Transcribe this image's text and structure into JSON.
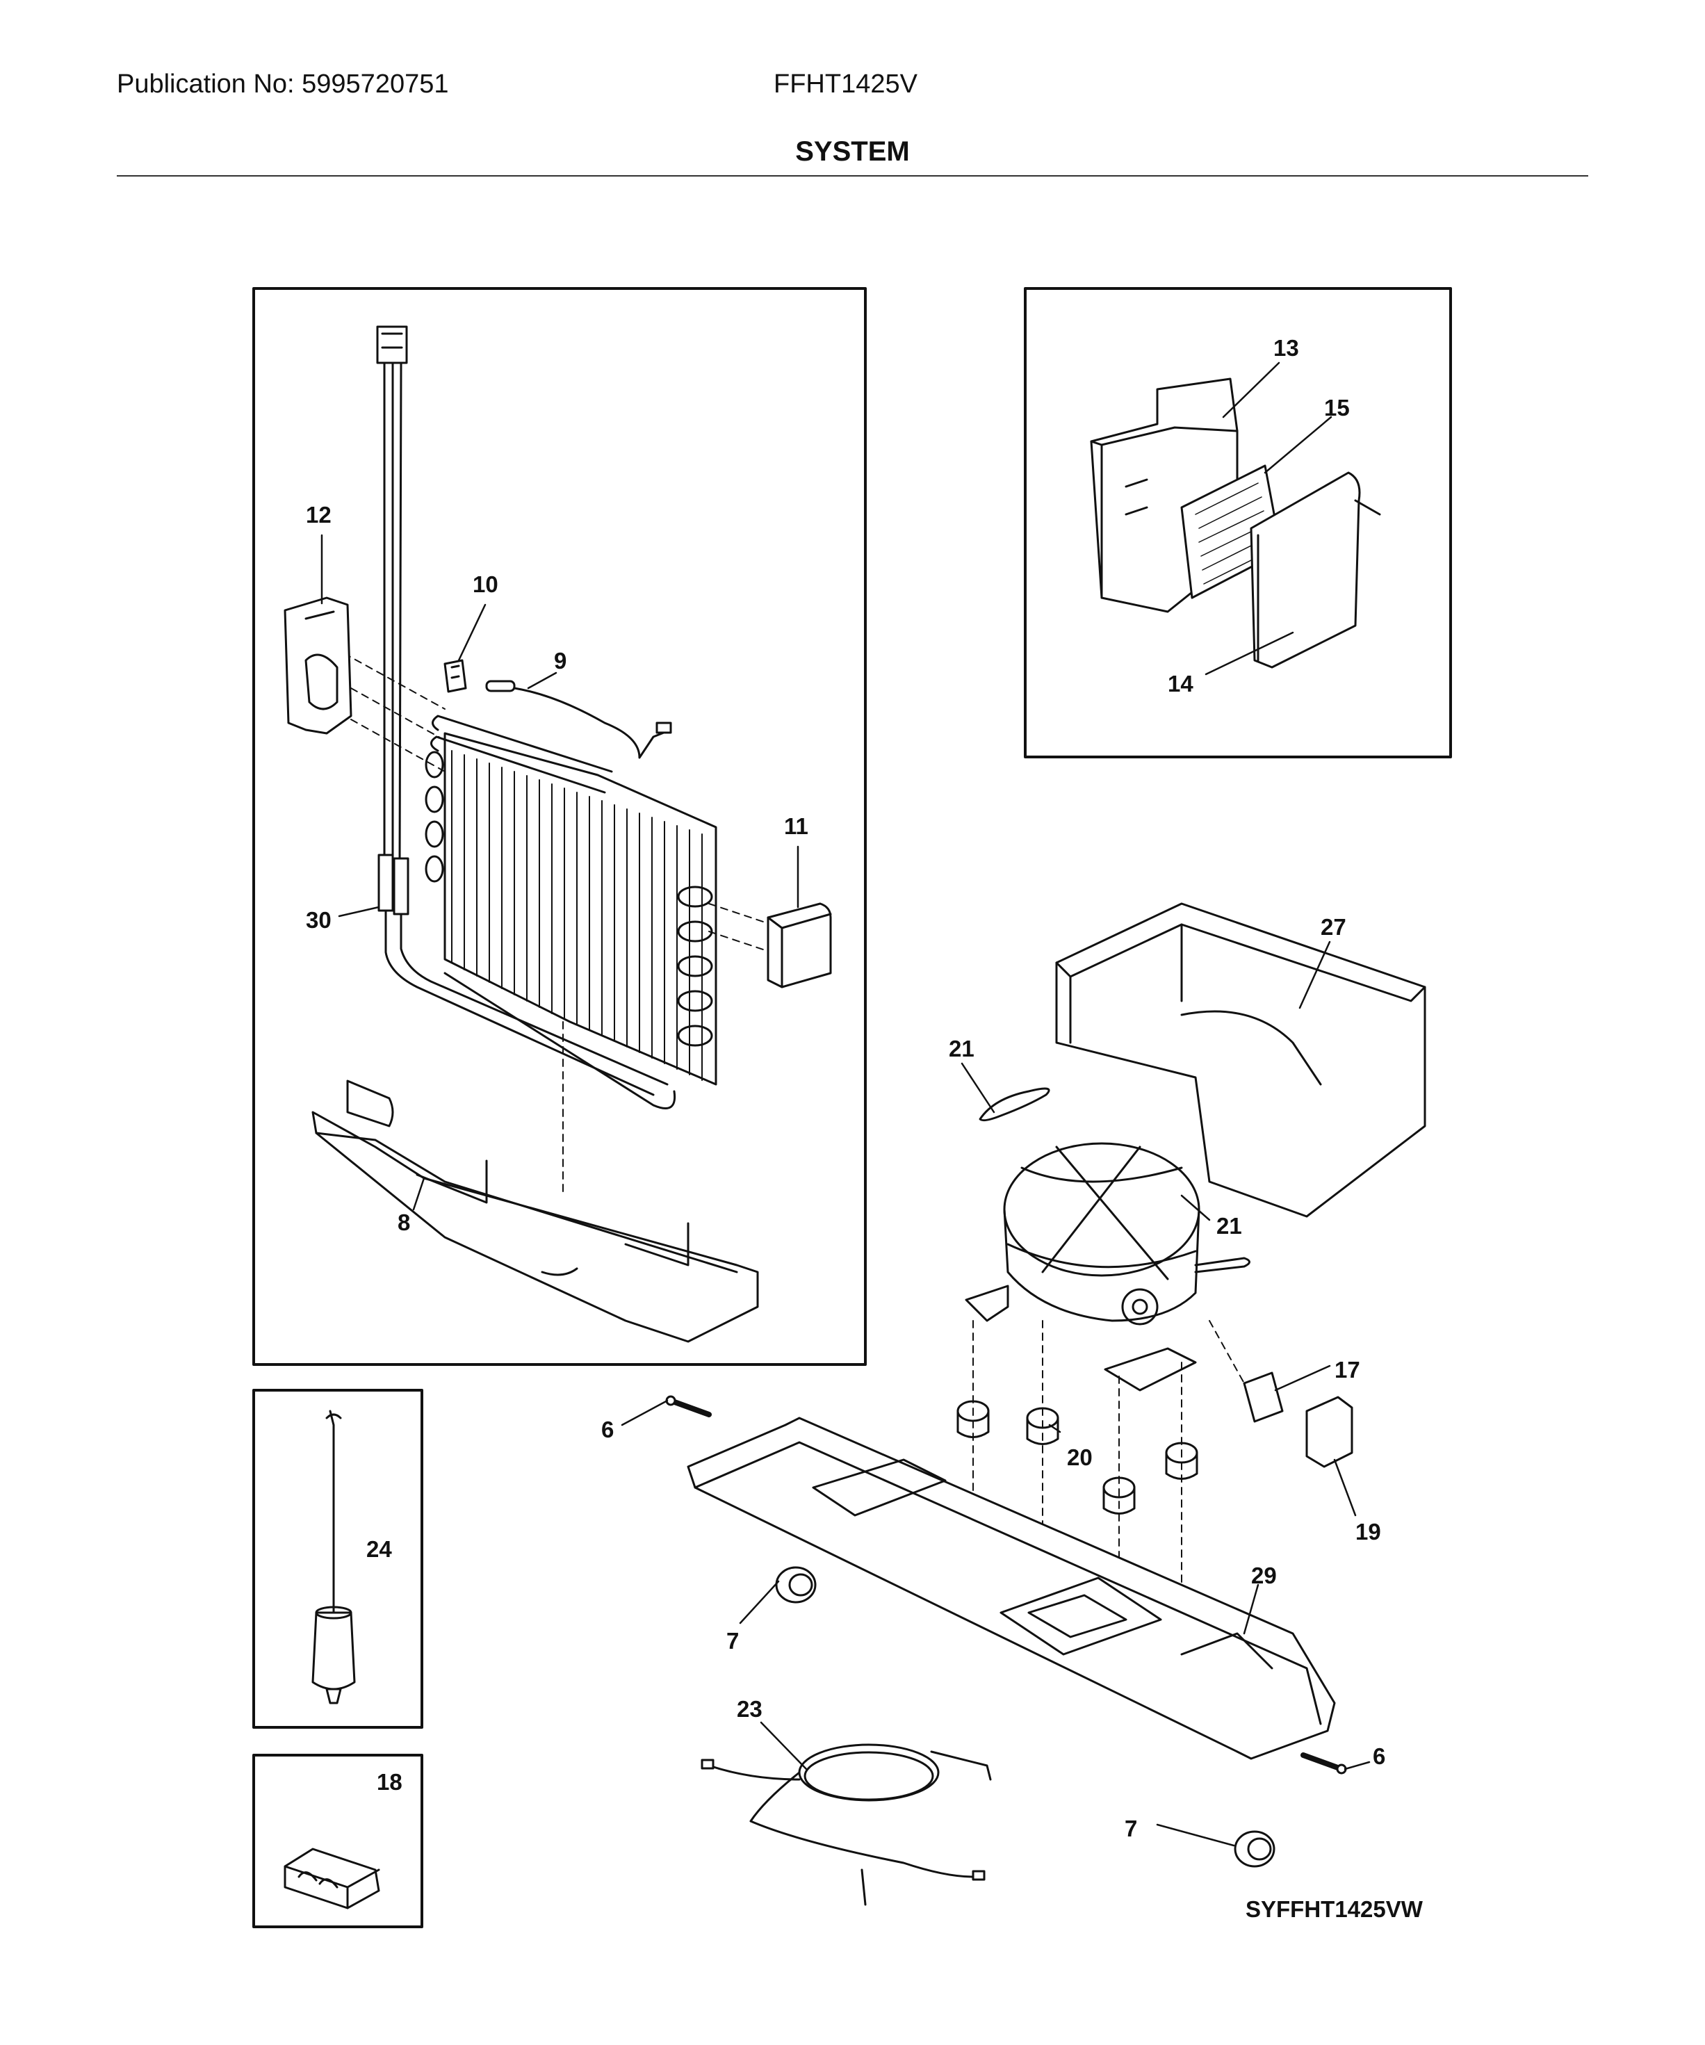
{
  "header": {
    "publication": "Publication No: 5995720751",
    "model": "FFHT1425V",
    "title": "SYSTEM"
  },
  "callouts": {
    "c6a": "6",
    "c6b": "6",
    "c7a": "7",
    "c7b": "7",
    "c8": "8",
    "c9": "9",
    "c10": "10",
    "c11": "11",
    "c12": "12",
    "c13": "13",
    "c14": "14",
    "c15": "15",
    "c17": "17",
    "c18": "18",
    "c19": "19",
    "c20": "20",
    "c21a": "21",
    "c21b": "21",
    "c23": "23",
    "c24": "24",
    "c27": "27",
    "c29": "29",
    "c30": "30"
  },
  "diagram_code": "SYFFHT1425VW"
}
